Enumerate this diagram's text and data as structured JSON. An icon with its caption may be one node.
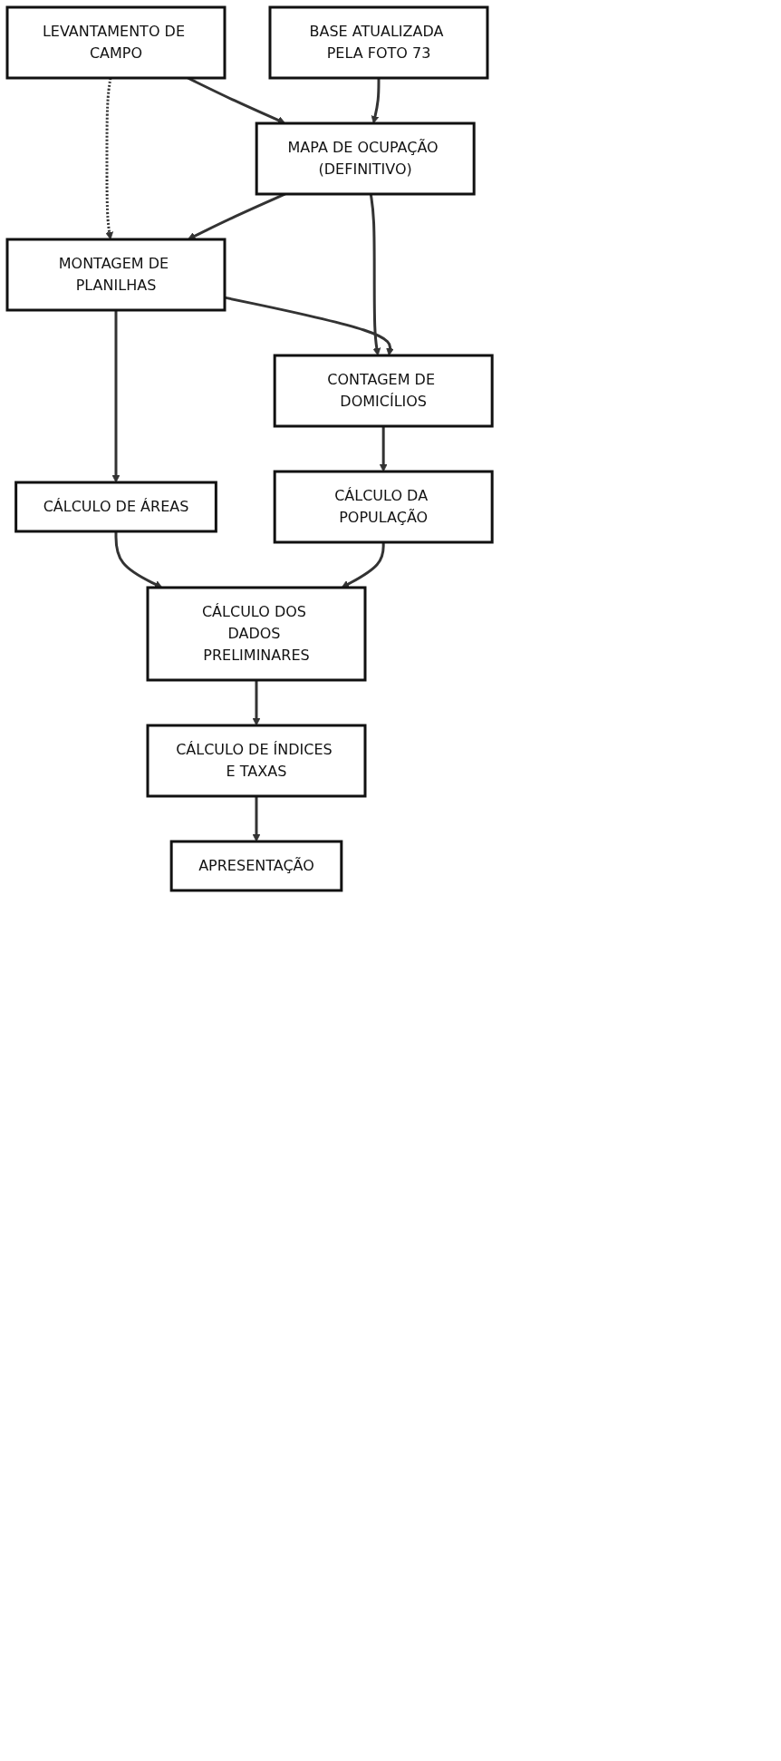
{
  "diagram": {
    "nodes": [
      {
        "text": [
          "LEVANTAMENTO DE CAMPO"
        ]
      },
      {
        "text": [
          "BASE ATUALIZADA PELA FOTO 73"
        ]
      },
      {
        "text": [
          "MAPA DE OCUPAÇÃO (DEFINITIVO)"
        ]
      },
      {
        "text": [
          "MONTAGEM DE PLANILHAS"
        ]
      },
      {
        "text": [
          "CONTAGEM DE DOMICÍLIOS"
        ]
      },
      {
        "text": [
          "CÁLCULO DE ÁREAS"
        ]
      },
      {
        "text": [
          "CÁLCULO DA POPULAÇÃO"
        ]
      },
      {
        "text": [
          "CÁLCULO DOS DADOS PRELIMINARES"
        ]
      },
      {
        "text": [
          "CÁLCULO DE ÍNDICES E TAXAS"
        ]
      },
      {
        "text": [
          "APRESENTAÇÃO"
        ]
      }
    ],
    "edges": [
      {
        "from": 0,
        "to": 2,
        "arrow": "to"
      },
      {
        "from": 1,
        "to": 2,
        "arrow": "to"
      },
      {
        "from": 0,
        "to": 3,
        "arrow": "to",
        "style": "dashed"
      },
      {
        "from": 2,
        "to": 3,
        "arrow": "to"
      },
      {
        "from": 2,
        "to": 4,
        "arrow": "to"
      },
      {
        "from": 3,
        "to": 4,
        "arrow": "to"
      },
      {
        "from": 3,
        "to": 5,
        "arrow": "to"
      },
      {
        "from": 4,
        "to": 6,
        "arrow": "to"
      },
      {
        "from": 5,
        "to": 7,
        "arrow": "to"
      },
      {
        "from": 6,
        "to": 7,
        "arrow": "to"
      },
      {
        "from": 7,
        "to": 8,
        "arrow": "to"
      },
      {
        "from": 8,
        "to": 9,
        "arrow": "to"
      }
    ]
  }
}
